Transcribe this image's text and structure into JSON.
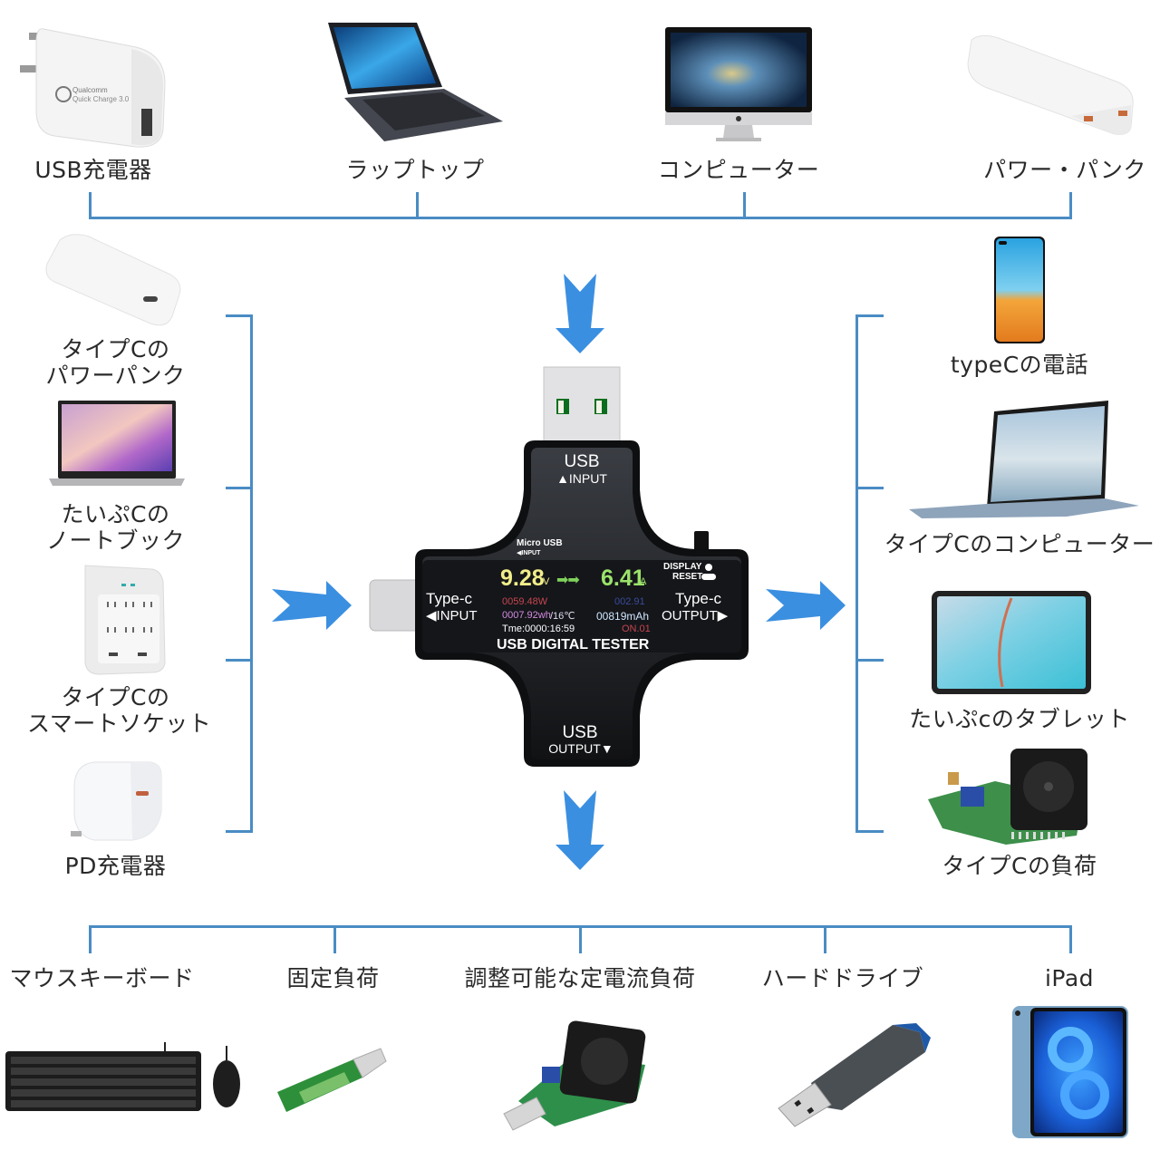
{
  "colors": {
    "connector_line": "#4a8cc4",
    "arrow": "#3b8fe0",
    "device_body": "#2b2d31",
    "screen_bg": "#15161a",
    "voltage": "#f1ee8a",
    "current": "#9be36a",
    "power": "#c4464f",
    "energy": "#d38ce0",
    "resistance": "#3a4a9c",
    "capacity": "#cfe7ff",
    "status": "#c4464f"
  },
  "top_row": [
    {
      "label": "USB充電器",
      "icon": "usb-charger-image"
    },
    {
      "label": "ラップトップ",
      "icon": "laptop-image"
    },
    {
      "label": "コンピューター",
      "icon": "desktop-computer-image"
    },
    {
      "label": "パワー・パンク",
      "icon": "power-bank-image"
    }
  ],
  "left_column": [
    {
      "label_lines": [
        "タイプCの",
        "パワーパンク"
      ],
      "icon": "typec-power-bank-image"
    },
    {
      "label_lines": [
        "たいぷCの",
        "ノートブック"
      ],
      "icon": "typec-notebook-image"
    },
    {
      "label_lines": [
        "タイプCの",
        "スマートソケット"
      ],
      "icon": "smart-socket-image"
    },
    {
      "label_lines": [
        "PD充電器"
      ],
      "icon": "pd-charger-image"
    }
  ],
  "right_column": [
    {
      "label": "typeCの電話",
      "icon": "typec-phone-image"
    },
    {
      "label": "タイプCのコンピューター",
      "icon": "typec-computer-image"
    },
    {
      "label": "たいぷcのタブレット",
      "icon": "typec-tablet-image"
    },
    {
      "label": "タイプCの負荷",
      "icon": "typec-load-image"
    }
  ],
  "bottom_row": [
    {
      "label": "マウスキーボード",
      "icon": "keyboard-mouse-image"
    },
    {
      "label": "固定負荷",
      "icon": "fixed-load-image"
    },
    {
      "label": "調整可能な定電流負荷",
      "icon": "adjustable-load-image"
    },
    {
      "label": "ハードドライブ",
      "icon": "usb-drive-image"
    },
    {
      "label": "iPad",
      "icon": "ipad-image"
    }
  ],
  "tester": {
    "usb_input_title": "USB",
    "usb_input_sub": "▲INPUT",
    "usb_output_title": "USB",
    "usb_output_sub": "OUTPUT▼",
    "micro_usb": "Micro USB",
    "micro_usb_sub": "◀INPUT",
    "typec_in_title": "Type-c",
    "typec_in_sub": "◀INPUT",
    "typec_out_title": "Type-c",
    "typec_out_sub": "OUTPUT▶",
    "display_label": "DISPLAY",
    "reset_label": "RESET",
    "brand": "USB DIGITAL TESTER",
    "screen": {
      "voltage": "9.28",
      "voltage_unit": "V",
      "arrows": "➡➡",
      "current": "6.41",
      "current_unit": "A",
      "power": "0059.48W",
      "resistance": "002.91",
      "energy": "0007.92wh",
      "temperature": "/16℃",
      "capacity": "00819mAh",
      "time": "Tme:0000:16:59",
      "status": "ON.01"
    }
  }
}
